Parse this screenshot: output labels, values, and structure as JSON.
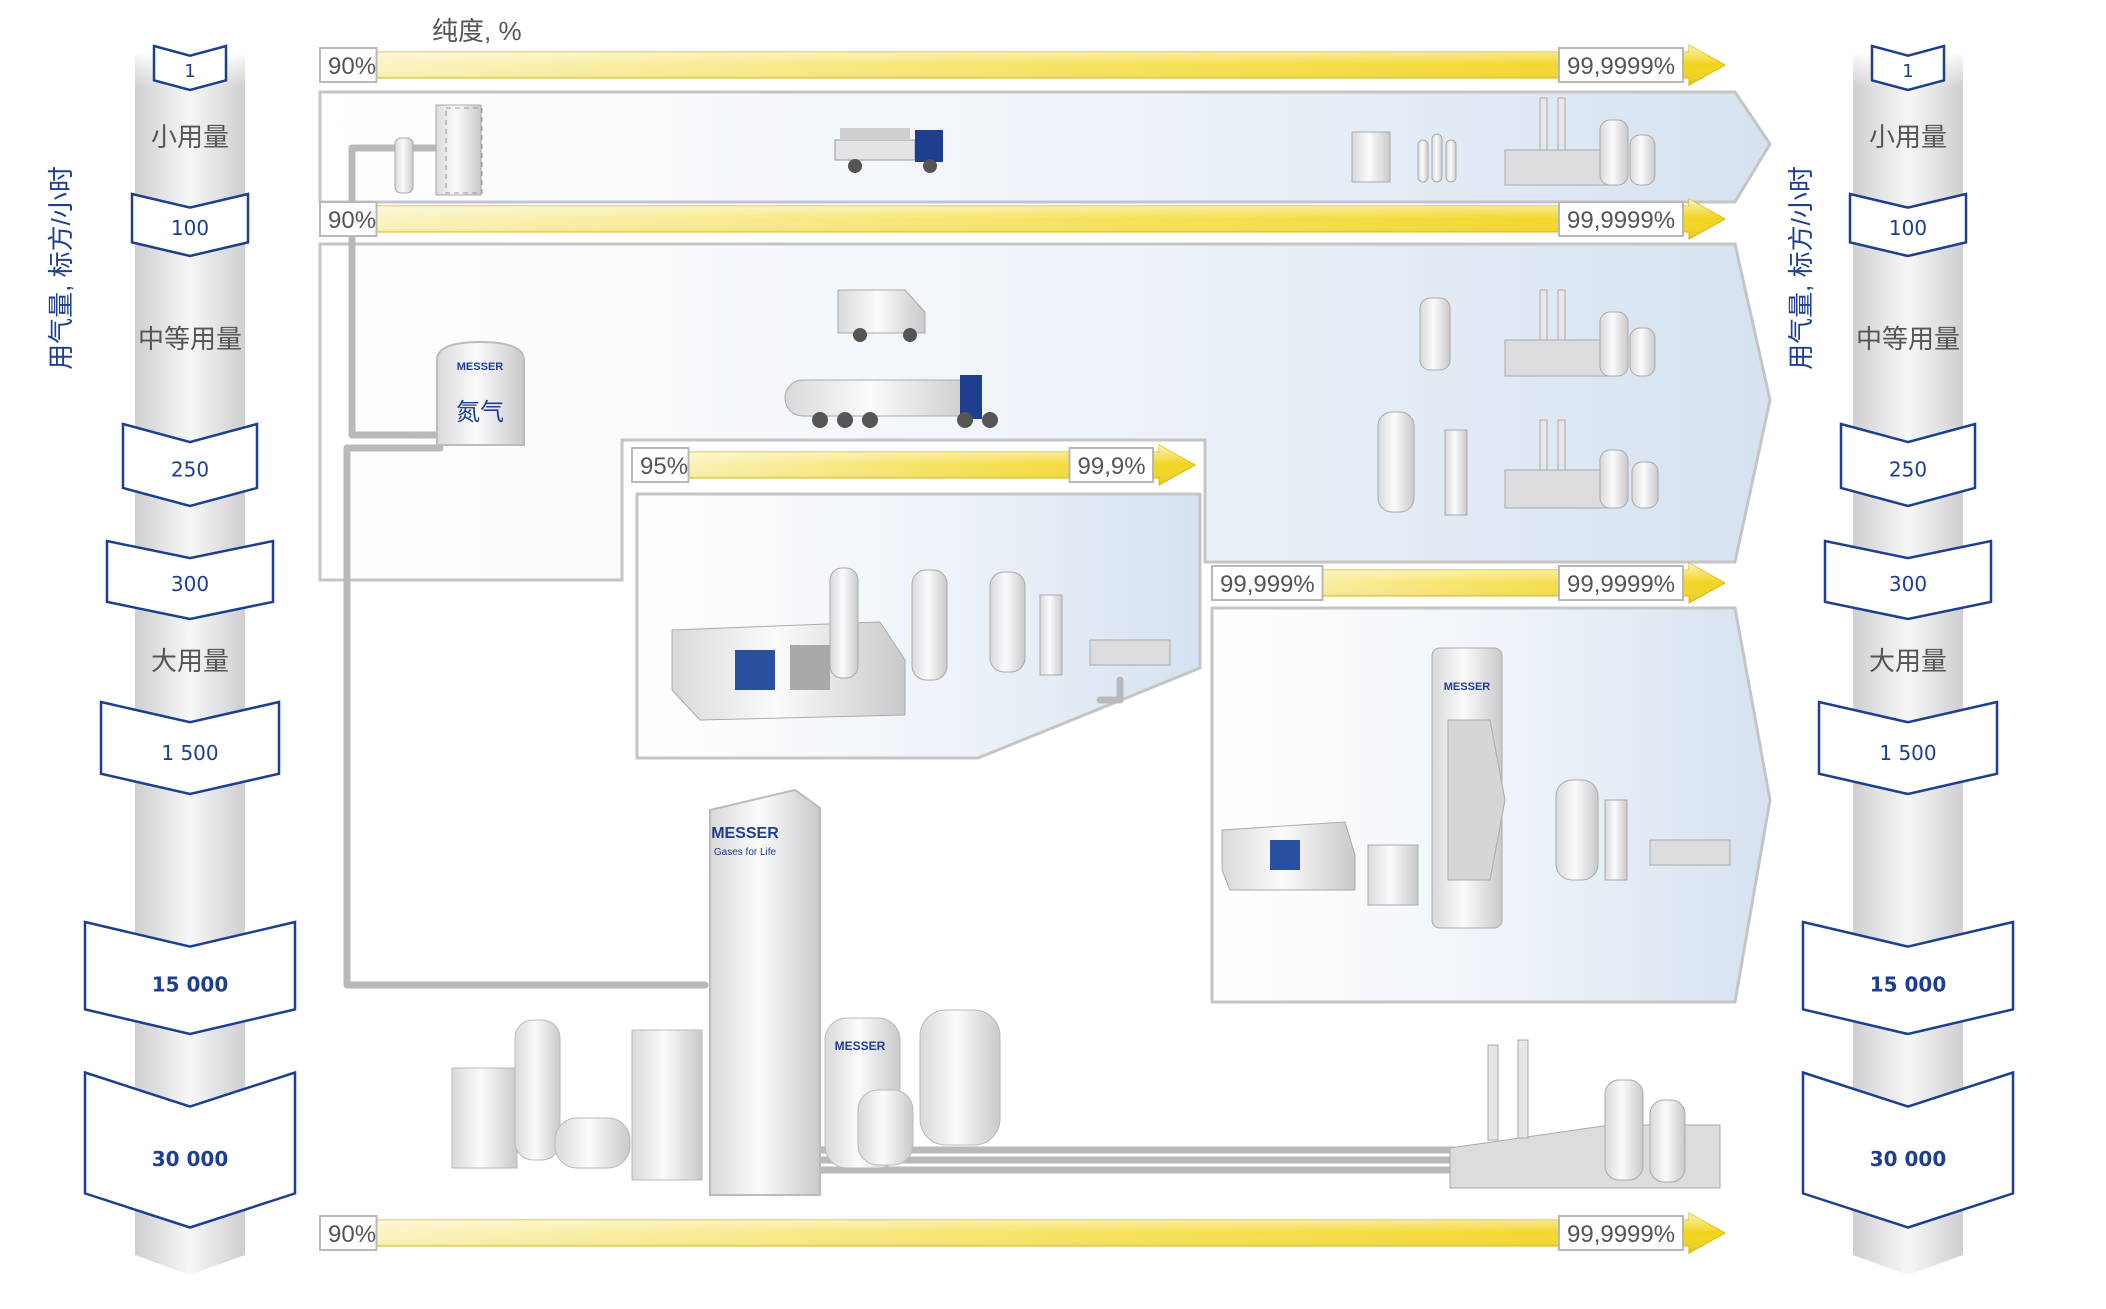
{
  "purity_title": "纯度, %",
  "axis_label": "用气量, 标方/小时",
  "scale": {
    "markers": [
      {
        "value": "1",
        "bold": false
      },
      {
        "value": "100",
        "bold": false
      },
      {
        "value": "250",
        "bold": false
      },
      {
        "value": "300",
        "bold": false
      },
      {
        "value": "1 500",
        "bold": false
      },
      {
        "value": "15 000",
        "bold": true
      },
      {
        "value": "30 000",
        "bold": true
      }
    ],
    "categories": [
      "小用量",
      "中等用量",
      "大用量"
    ]
  },
  "purity_bars": [
    {
      "start": "90%",
      "end": "99,9999%"
    },
    {
      "start": "90%",
      "end": "99,9999%"
    },
    {
      "start": "95%",
      "end": "99,9%"
    },
    {
      "start": "99,999%",
      "end": "99,9999%"
    },
    {
      "start": "90%",
      "end": "99,9999%"
    }
  ],
  "tank_label": "氮气",
  "brand": {
    "name": "MESSER",
    "tagline": "Gases for Life"
  },
  "colors": {
    "accent_blue": "#1e3f8f",
    "purity_yellow": "#f2d21a",
    "panel_blue": "#dfe8f4",
    "gray": "#c8c8c8"
  }
}
